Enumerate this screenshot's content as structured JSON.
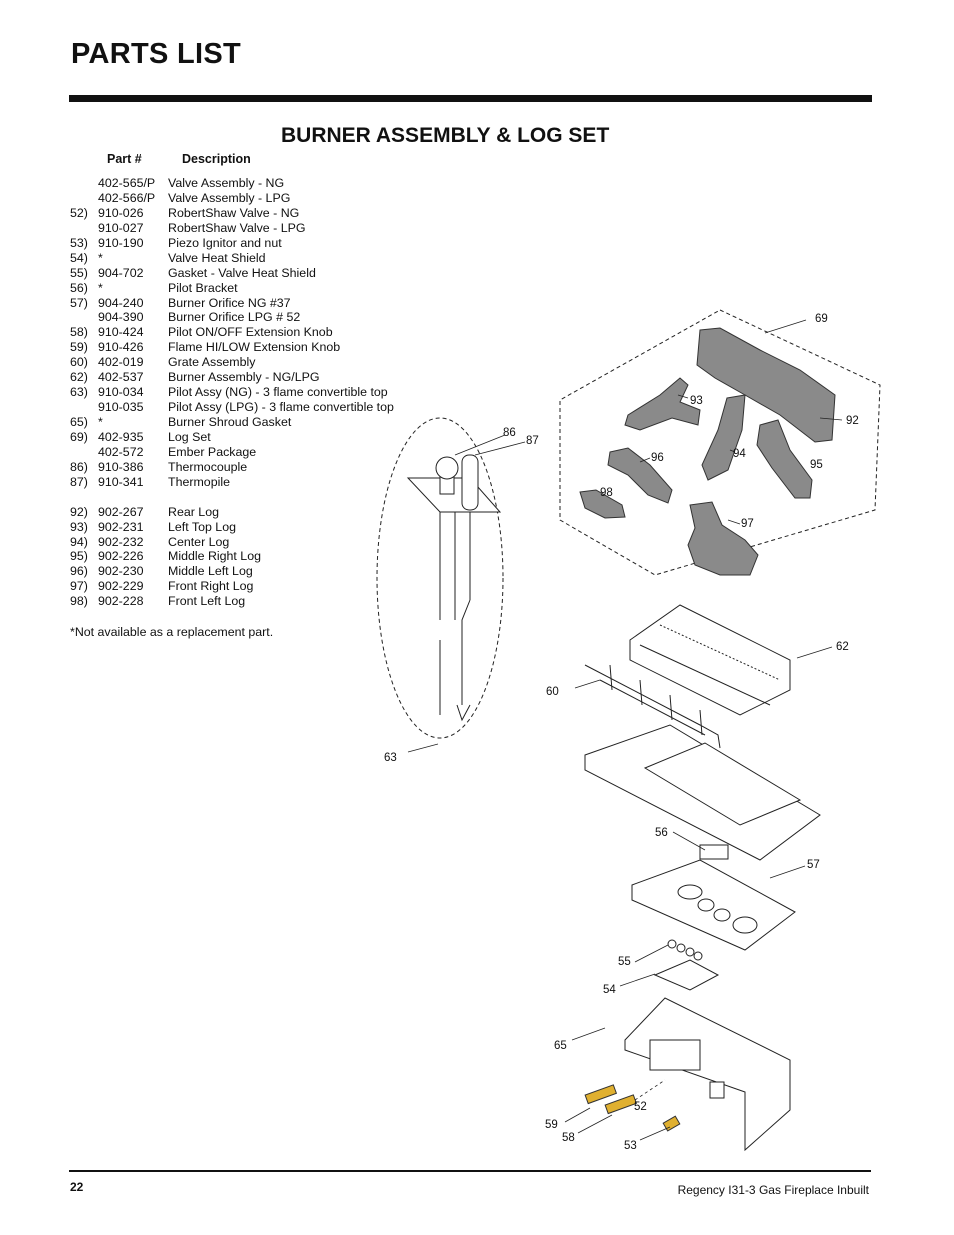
{
  "header": {
    "title": "PARTS LIST"
  },
  "section": {
    "title": "BURNER ASSEMBLY & LOG SET"
  },
  "columns": {
    "part": "Part #",
    "description": "Description"
  },
  "parts": [
    {
      "idx": "",
      "part": "402-565/P",
      "desc": "Valve Assembly - NG"
    },
    {
      "idx": "",
      "part": "402-566/P",
      "desc": "Valve Assembly - LPG"
    },
    {
      "idx": "52)",
      "part": "910-026",
      "desc": "RobertShaw Valve - NG"
    },
    {
      "idx": "",
      "part": "910-027",
      "desc": "RobertShaw Valve - LPG"
    },
    {
      "idx": "53)",
      "part": "910-190",
      "desc": "Piezo Ignitor and nut"
    },
    {
      "idx": "54)",
      "part": "*",
      "desc": "Valve Heat Shield"
    },
    {
      "idx": "55)",
      "part": "904-702",
      "desc": "Gasket - Valve Heat Shield"
    },
    {
      "idx": "56)",
      "part": "*",
      "desc": "Pilot Bracket"
    },
    {
      "idx": "57)",
      "part": "904-240",
      "desc": "Burner Orifice NG #37"
    },
    {
      "idx": "",
      "part": "904-390",
      "desc": "Burner Orifice LPG  # 52"
    },
    {
      "idx": "58)",
      "part": "910-424",
      "desc": "Pilot ON/OFF Extension Knob"
    },
    {
      "idx": "59)",
      "part": "910-426",
      "desc": "Flame HI/LOW Extension Knob"
    },
    {
      "idx": "60)",
      "part": "402-019",
      "desc": "Grate  Assembly"
    },
    {
      "idx": "62)",
      "part": "402-537",
      "desc": "Burner Assembly - NG/LPG"
    },
    {
      "idx": "63)",
      "part": "910-034",
      "desc": "Pilot Assy (NG) - 3 flame convertible top"
    },
    {
      "idx": "",
      "part": "910-035",
      "desc": "Pilot Assy (LPG) - 3 flame convertible top"
    },
    {
      "idx": "65)",
      "part": "*",
      "desc": "Burner  Shroud  Gasket"
    },
    {
      "idx": "69)",
      "part": "402-935",
      "desc": "Log Set"
    },
    {
      "idx": "",
      "part": "402-572",
      "desc": "Ember Package"
    },
    {
      "idx": "86)",
      "part": "910-386",
      "desc": "Thermocouple"
    },
    {
      "idx": "87)",
      "part": "910-341",
      "desc": "Thermopile"
    },
    {
      "idx": "",
      "part": "",
      "desc": ""
    },
    {
      "idx": "92)",
      "part": " 902-267",
      "desc": "Rear Log"
    },
    {
      "idx": "93)",
      "part": " 902-231",
      "desc": "Left Top Log"
    },
    {
      "idx": "94)",
      "part": " 902-232",
      "desc": "Center Log"
    },
    {
      "idx": "95)",
      "part": " 902-226",
      "desc": "Middle Right Log"
    },
    {
      "idx": "96)",
      "part": " 902-230",
      "desc": "Middle Left Log"
    },
    {
      "idx": "97)",
      "part": " 902-229",
      "desc": "Front Right Log"
    },
    {
      "idx": "98)",
      "part": " 902-228",
      "desc": "Front Left Log"
    }
  ],
  "footnote": "*Not available as a replacement part.",
  "callouts": {
    "c69": "69",
    "c93": "93",
    "c92": "92",
    "c94": "94",
    "c96": "96",
    "c95": "95",
    "c98": "98",
    "c97": "97",
    "c86": "86",
    "c87": "87",
    "c62": "62",
    "c60": "60",
    "c63": "63",
    "c56": "56",
    "c57": "57",
    "c55": "55",
    "c54": "54",
    "c65": "65",
    "c59": "59",
    "c52": "52",
    "c58": "58",
    "c53": "53"
  },
  "footer": {
    "page_number": "22",
    "doc_title": "Regency I31-3 Gas Fireplace Inbuilt"
  }
}
